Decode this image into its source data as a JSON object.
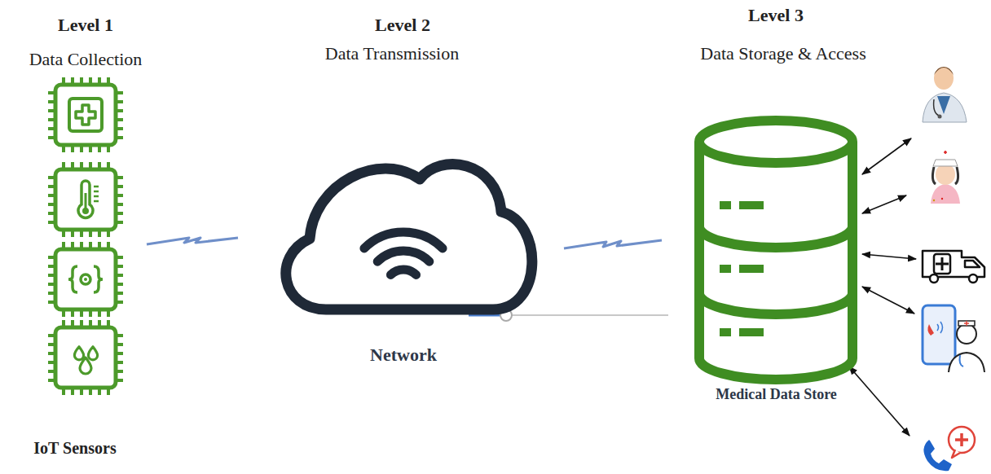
{
  "diagram": {
    "nodes": [
      {
        "text": [
          "Network"
        ]
      },
      {
        "text": [
          "Medical Data Store"
        ]
      }
    ],
    "edges": [
      {
        "from": 0,
        "to": 1,
        "arrow": "none"
      }
    ],
    "labels": [
      "Level 1",
      "Data Collection",
      "Level 2",
      "Data Transmission",
      "Level 3",
      "Data Storage & Access",
      "IoT Sensors"
    ]
  }
}
